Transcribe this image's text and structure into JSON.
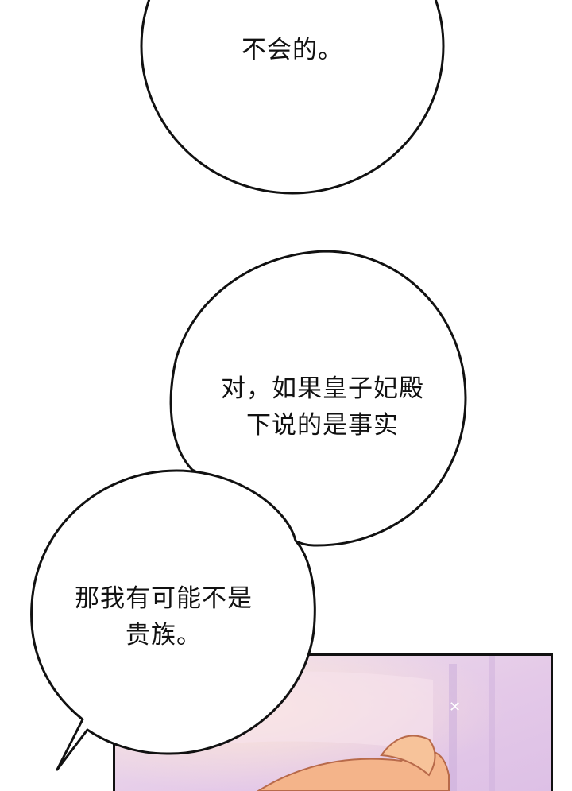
{
  "bubbles": [
    {
      "lines": [
        "不会的。"
      ]
    },
    {
      "lines": [
        "对，如果皇子妃殿",
        "下说的是事实"
      ]
    },
    {
      "lines": [
        "那我有可能不是",
        "贵族。"
      ]
    }
  ],
  "colors": {
    "outline": "#111111",
    "panel_top": "#f1e4f0",
    "panel_bottom": "#ddc0e6",
    "hair": "#f4b48a"
  }
}
